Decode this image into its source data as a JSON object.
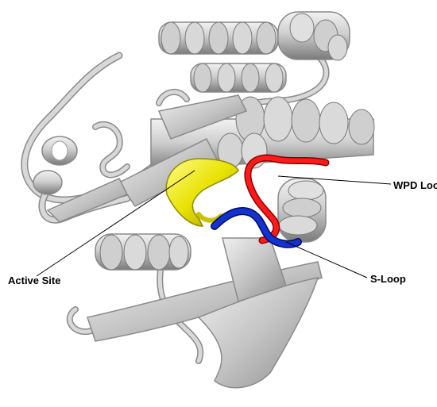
{
  "labels": {
    "wpd_loop": "WPD Loop",
    "active_site": "Active Site",
    "s_loop": "S-Loop"
  },
  "colors": {
    "background": "#ffffff",
    "protein_light": "#e2e2e2",
    "protein_mid": "#bdbdbd",
    "protein_dark": "#7d7d7d",
    "protein_outline": "#8a8a8a",
    "wpd_loop": "#dd0000",
    "active_site": "#e8e200",
    "s_loop": "#0022bb",
    "leader_line": "#000000"
  }
}
